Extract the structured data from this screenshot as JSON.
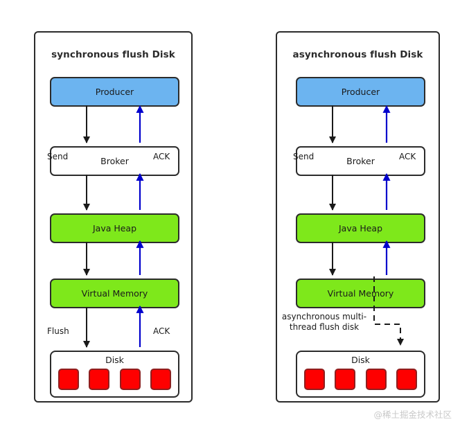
{
  "diagram": {
    "watermark": "@稀土掘金技术社区",
    "colors": {
      "producer_fill": "#6cb4f0",
      "memory_fill": "#7ee81b",
      "broker_fill": "#ffffff",
      "disk_cell_fill": "#fe0000",
      "disk_cell_border": "#8f1f1f",
      "stroke": "#2b2b2b",
      "ack_arrow": "#0000cc",
      "flow_arrow": "#1a1a1a",
      "watermark": "#c9c9c9"
    },
    "panels": [
      {
        "id": "synchronous",
        "title": "synchronous flush Disk",
        "nodes": [
          {
            "id": "producer",
            "label": "Producer",
            "fill": "producer"
          },
          {
            "id": "broker",
            "label": "Broker",
            "fill": "white"
          },
          {
            "id": "java-heap",
            "label": "Java Heap",
            "fill": "green"
          },
          {
            "id": "virtual-memory",
            "label": "Virtual Memory",
            "fill": "green"
          },
          {
            "id": "disk",
            "label": "Disk",
            "fill": "white"
          }
        ],
        "disk_cell_count": 4,
        "edge_labels": [
          {
            "id": "send",
            "text": "Send",
            "side": "left"
          },
          {
            "id": "ack-top",
            "text": "ACK",
            "side": "right"
          },
          {
            "id": "flush",
            "text": "Flush",
            "side": "left"
          },
          {
            "id": "ack-disk",
            "text": "ACK",
            "side": "right"
          }
        ],
        "flows": {
          "down": "Producer -> Broker -> Java Heap -> Virtual Memory -> Disk",
          "up_ack": "Disk -> Virtual Memory -> Java Heap -> Broker -> Producer"
        }
      },
      {
        "id": "asynchronous",
        "title": "asynchronous flush Disk",
        "nodes": [
          {
            "id": "producer",
            "label": "Producer",
            "fill": "producer"
          },
          {
            "id": "broker",
            "label": "Broker",
            "fill": "white"
          },
          {
            "id": "java-heap",
            "label": "Java Heap",
            "fill": "green"
          },
          {
            "id": "virtual-memory",
            "label": "Virtual Memory",
            "fill": "green"
          },
          {
            "id": "disk",
            "label": "Disk",
            "fill": "white"
          }
        ],
        "disk_cell_count": 4,
        "edge_labels": [
          {
            "id": "send",
            "text": "Send",
            "side": "left"
          },
          {
            "id": "ack-top",
            "text": "ACK",
            "side": "right"
          },
          {
            "id": "async-flush",
            "text": "asynchronous multi-thread flush disk",
            "side": "left"
          }
        ],
        "flows": {
          "down": "Producer -> Broker -> Java Heap -> Virtual Memory",
          "up_ack": "Virtual Memory -> Java Heap -> Broker -> Producer",
          "dashed": "Virtual Memory -> Disk (asynchronous)"
        }
      }
    ]
  }
}
